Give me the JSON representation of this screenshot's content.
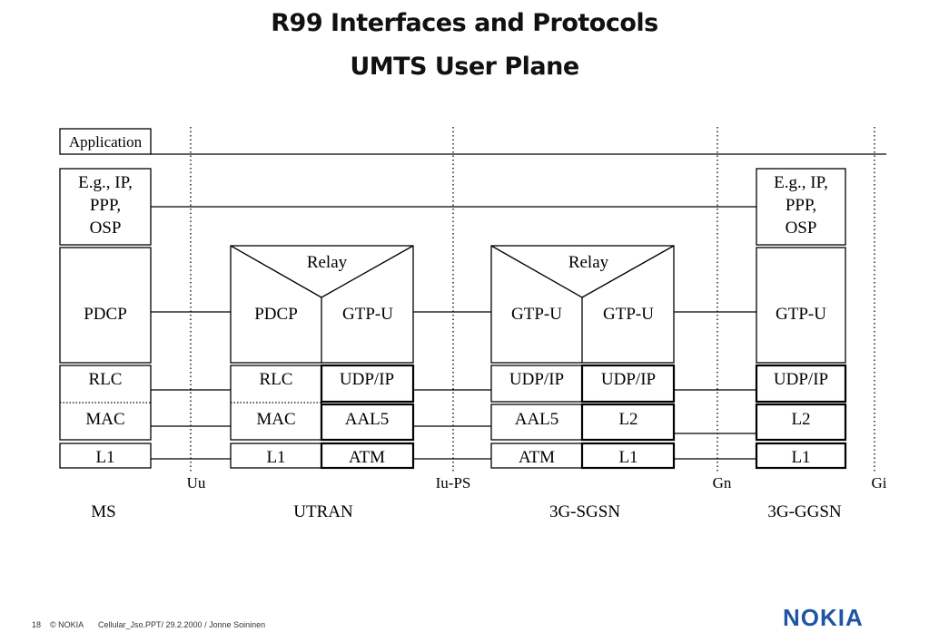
{
  "title": "R99 Interfaces and Protocols",
  "subtitle": "UMTS User Plane",
  "interfaces": [
    "Uu",
    "Iu-PS",
    "Gn",
    "Gi"
  ],
  "nodes": [
    "MS",
    "UTRAN",
    "3G-SGSN",
    "3G-GGSN"
  ],
  "ms": {
    "application": "Application",
    "ip": [
      "E.g., IP,",
      "PPP,",
      "OSP"
    ],
    "pdcp": "PDCP",
    "rlc": "RLC",
    "mac": "MAC",
    "l1": "L1"
  },
  "utran": {
    "relay": "Relay",
    "left": {
      "top": "PDCP",
      "mid": "RLC",
      "low": "MAC",
      "bottom": "L1"
    },
    "right": {
      "top": "GTP-U",
      "mid": "UDP/IP",
      "low": "AAL5",
      "bottom": "ATM"
    }
  },
  "sgsn": {
    "relay": "Relay",
    "left": {
      "top": "GTP-U",
      "mid": "UDP/IP",
      "low": "AAL5",
      "bottom": "ATM"
    },
    "right": {
      "top": "GTP-U",
      "mid": "UDP/IP",
      "low": "L2",
      "bottom": "L1"
    }
  },
  "ggsn": {
    "ip": [
      "E.g., IP,",
      "PPP,",
      "OSP"
    ],
    "top": "GTP-U",
    "mid": "UDP/IP",
    "low": "L2",
    "bottom": "L1"
  },
  "footer": {
    "page": "18",
    "copyright": "© NOKIA",
    "doc": "Cellular_Jso.PPT/ 29.2.2000 / Jonne Soininen"
  },
  "logo": "NOKIA",
  "colors": {
    "logo": "#1f55a5"
  }
}
